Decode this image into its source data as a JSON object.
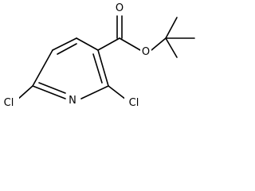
{
  "molecule": {
    "atoms": {
      "carbonyl_oxygen": "O",
      "ester_oxygen": "O",
      "ring_nitrogen": "N",
      "chlorine_left": "Cl",
      "chlorine_right": "Cl"
    },
    "colors": {
      "bond": "#000000",
      "text": "#000000",
      "background": "#ffffff"
    }
  }
}
